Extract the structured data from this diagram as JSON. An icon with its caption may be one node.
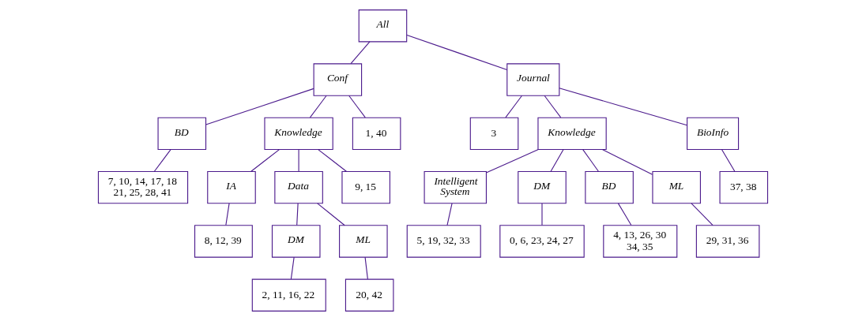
{
  "diagram": {
    "nodes": [
      {
        "text": [
          "All"
        ]
      },
      {
        "text": [
          "Conf"
        ]
      },
      {
        "text": [
          "Journal"
        ]
      },
      {
        "text": [
          "BD"
        ]
      },
      {
        "text": [
          "Knowledge"
        ]
      },
      {
        "text": [
          "1, 40"
        ]
      },
      {
        "text": [
          "7, 10, 14, 17, 18 21, 25, 28, 41"
        ]
      },
      {
        "text": [
          "IA"
        ]
      },
      {
        "text": [
          "Data"
        ]
      },
      {
        "text": [
          "9, 15"
        ]
      },
      {
        "text": [
          "8, 12, 39"
        ]
      },
      {
        "text": [
          "DM"
        ]
      },
      {
        "text": [
          "ML"
        ]
      },
      {
        "text": [
          "2, 11, 16, 22"
        ]
      },
      {
        "text": [
          "20, 42"
        ]
      },
      {
        "text": [
          "3"
        ]
      },
      {
        "text": [
          "Knowledge"
        ]
      },
      {
        "text": [
          "BioInfo"
        ]
      },
      {
        "text": [
          "Intelligent System"
        ]
      },
      {
        "text": [
          "DM"
        ]
      },
      {
        "text": [
          "BD"
        ]
      },
      {
        "text": [
          "ML"
        ]
      },
      {
        "text": [
          "5, 19, 32, 33"
        ]
      },
      {
        "text": [
          "0, 6, 23, 24, 27"
        ]
      },
      {
        "text": [
          "4, 13, 26, 30 34, 35"
        ]
      },
      {
        "text": [
          "29, 31, 36"
        ]
      },
      {
        "text": [
          "37, 38"
        ]
      }
    ],
    "edges": [
      {
        "from": 0,
        "to": 1,
        "arrow": "none"
      },
      {
        "from": 0,
        "to": 2,
        "arrow": "none"
      },
      {
        "from": 1,
        "to": 3,
        "arrow": "none"
      },
      {
        "from": 1,
        "to": 4,
        "arrow": "none"
      },
      {
        "from": 1,
        "to": 5,
        "arrow": "none"
      },
      {
        "from": 3,
        "to": 6,
        "arrow": "none"
      },
      {
        "from": 4,
        "to": 7,
        "arrow": "none"
      },
      {
        "from": 4,
        "to": 8,
        "arrow": "none"
      },
      {
        "from": 4,
        "to": 9,
        "arrow": "none"
      },
      {
        "from": 7,
        "to": 10,
        "arrow": "none"
      },
      {
        "from": 8,
        "to": 11,
        "arrow": "none"
      },
      {
        "from": 8,
        "to": 12,
        "arrow": "none"
      },
      {
        "from": 11,
        "to": 13,
        "arrow": "none"
      },
      {
        "from": 12,
        "to": 14,
        "arrow": "none"
      },
      {
        "from": 2,
        "to": 15,
        "arrow": "none"
      },
      {
        "from": 2,
        "to": 16,
        "arrow": "none"
      },
      {
        "from": 2,
        "to": 17,
        "arrow": "none"
      },
      {
        "from": 16,
        "to": 18,
        "arrow": "none"
      },
      {
        "from": 16,
        "to": 19,
        "arrow": "none"
      },
      {
        "from": 16,
        "to": 20,
        "arrow": "none"
      },
      {
        "from": 16,
        "to": 21,
        "arrow": "none"
      },
      {
        "from": 17,
        "to": 26,
        "arrow": "none"
      },
      {
        "from": 18,
        "to": 22,
        "arrow": "none"
      },
      {
        "from": 19,
        "to": 23,
        "arrow": "none"
      },
      {
        "from": 20,
        "to": 24,
        "arrow": "none"
      },
      {
        "from": 21,
        "to": 25,
        "arrow": "none"
      }
    ]
  }
}
